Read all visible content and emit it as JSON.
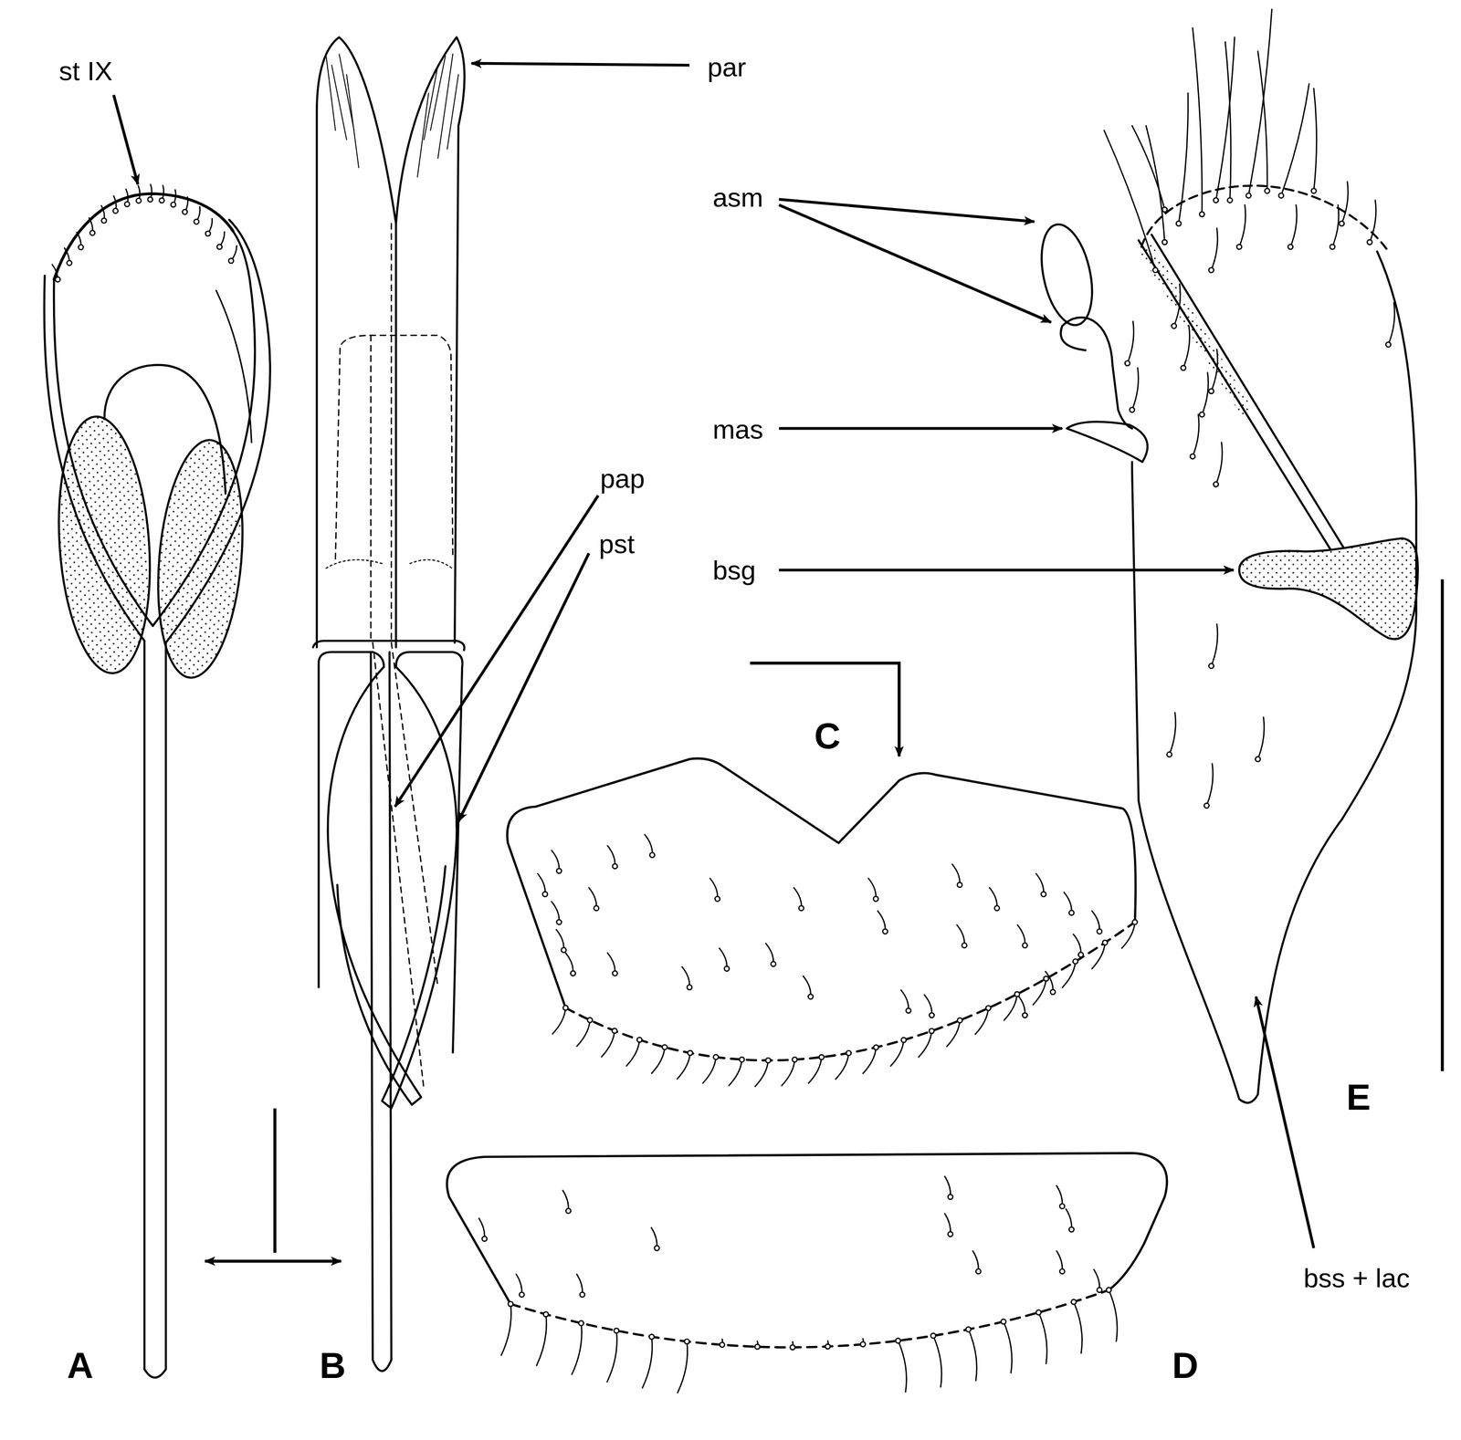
{
  "diagram": {
    "labels": [
      "st IX",
      "par",
      "asm",
      "mas",
      "pap",
      "bsg",
      "pst",
      "C",
      "E",
      "bss + lac",
      "A",
      "B",
      "D"
    ]
  }
}
